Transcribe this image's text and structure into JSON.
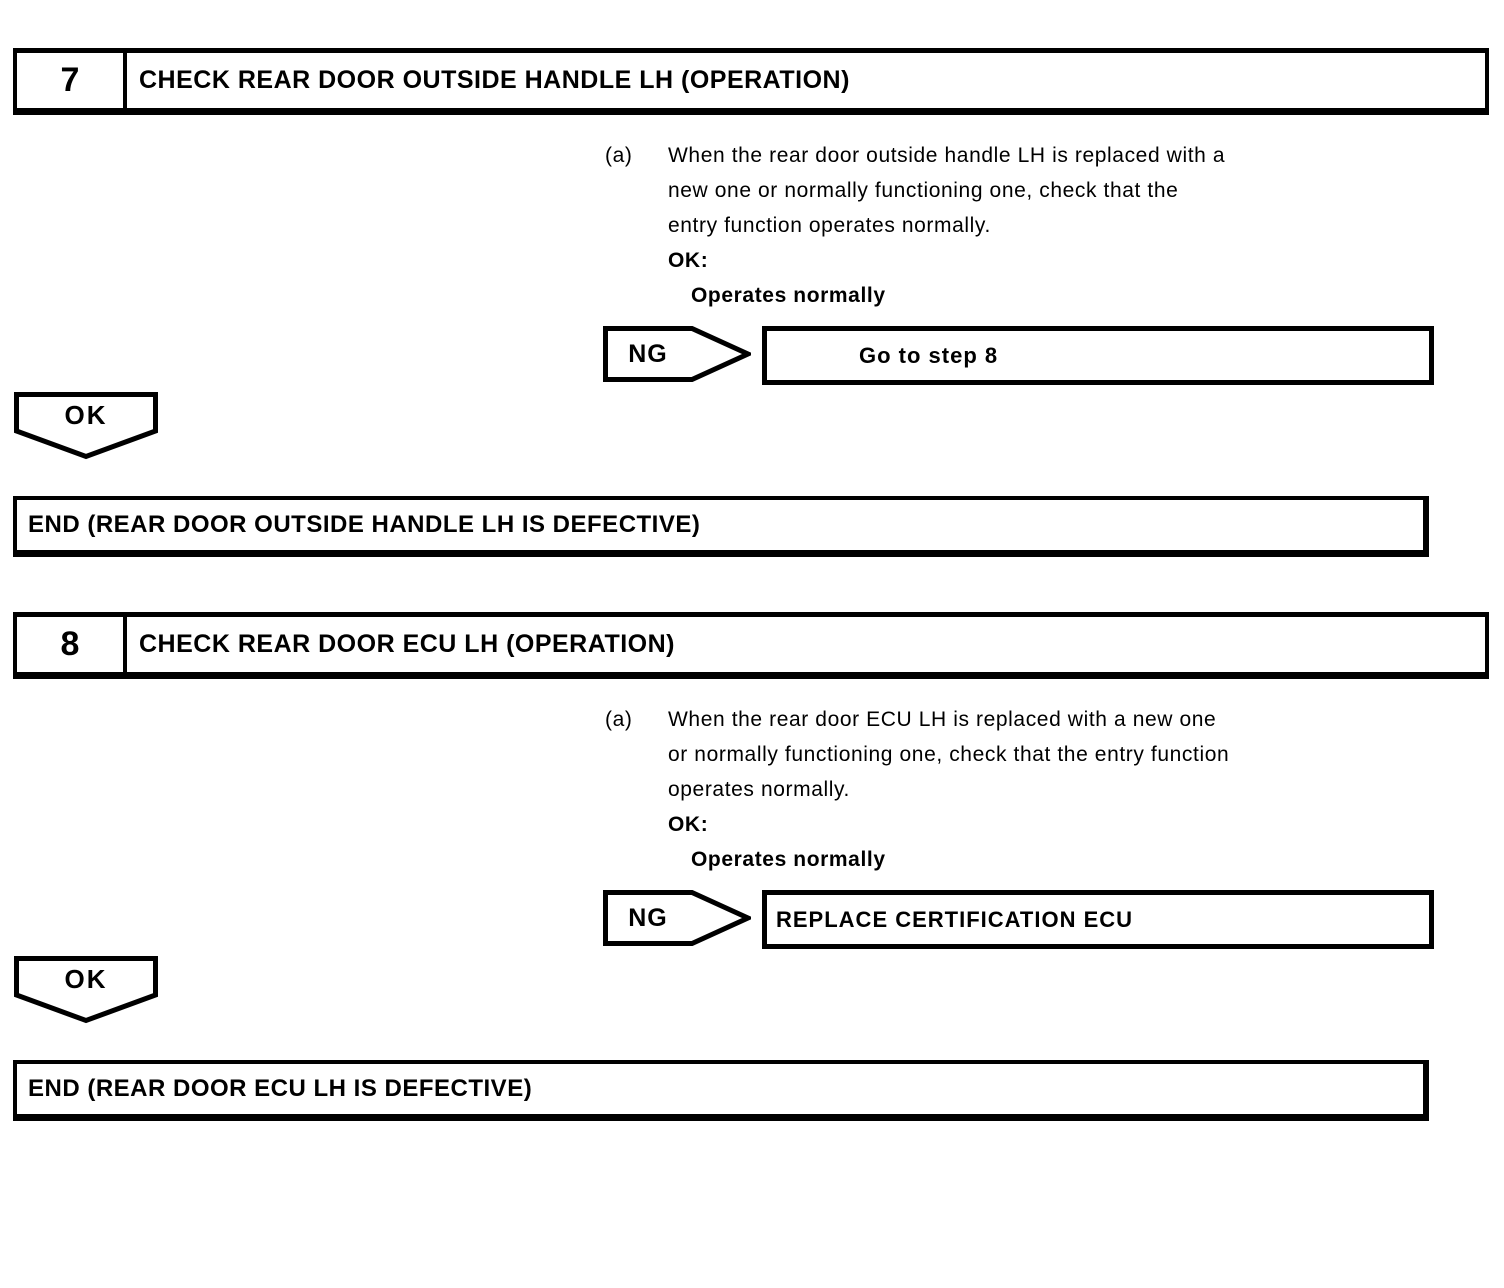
{
  "colors": {
    "ink": "#000000",
    "paper": "#ffffff"
  },
  "steps": [
    {
      "number": "7",
      "title": "CHECK REAR DOOR OUTSIDE HANDLE LH (OPERATION)",
      "item_label": "(a)",
      "instruction_lines": [
        "When the rear door outside handle LH is replaced with a",
        "new one or normally functioning one, check that the",
        "entry function operates normally."
      ],
      "ok_label": "OK:",
      "ok_criteria": "Operates normally",
      "ng_branch_label": "NG",
      "ng_result": "Go to step 8",
      "ok_branch_label": "OK",
      "end_text": "END (REAR DOOR OUTSIDE HANDLE LH IS DEFECTIVE)"
    },
    {
      "number": "8",
      "title": "CHECK REAR DOOR ECU LH (OPERATION)",
      "item_label": "(a)",
      "instruction_lines": [
        "When the rear door ECU LH is replaced with a new one",
        "or normally functioning one, check that the entry function",
        "operates normally."
      ],
      "ok_label": "OK:",
      "ok_criteria": "Operates normally",
      "ng_branch_label": "NG",
      "ng_result": "REPLACE CERTIFICATION ECU",
      "ok_branch_label": "OK",
      "end_text": "END (REAR DOOR ECU LH IS DEFECTIVE)"
    }
  ]
}
